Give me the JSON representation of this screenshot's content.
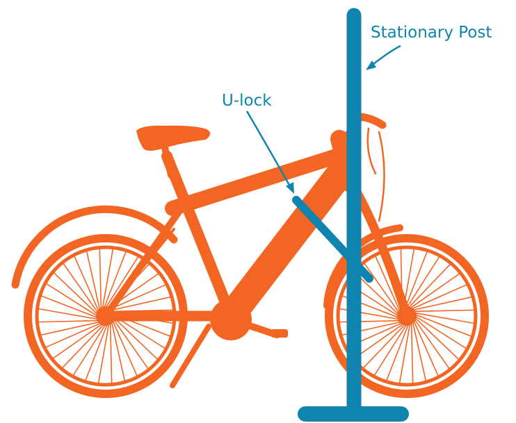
{
  "labels": {
    "stationary_post": "Stationary Post",
    "u_lock": "U-lock"
  },
  "colors": {
    "bike": "#F26522",
    "post": "#0F84AE",
    "label": "#0F84AE",
    "background": "#FFFFFF"
  },
  "icons": {
    "bicycle": "bicycle-silhouette",
    "post": "stationary-post",
    "lock": "u-lock"
  }
}
